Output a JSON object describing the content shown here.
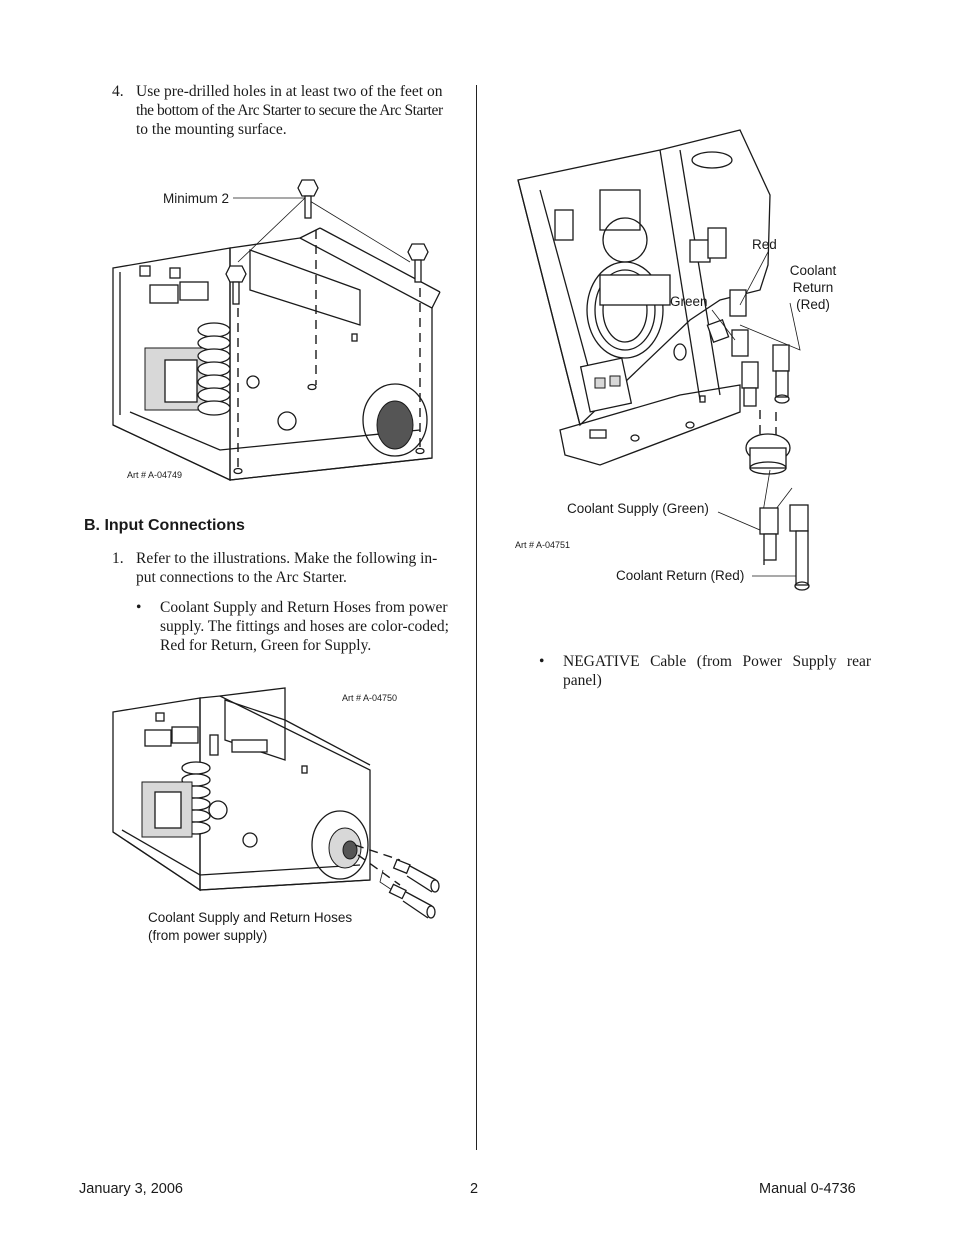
{
  "step4": {
    "number": "4.",
    "line1": "Use pre-drilled holes in at least two of the feet on",
    "line2": "the bottom of the Arc Starter to secure the Arc Starter",
    "line3": "to the mounting surface."
  },
  "figure1": {
    "callout": "Minimum 2",
    "art": "Art # A-04749"
  },
  "section_b": {
    "heading": "B.  Input Connections"
  },
  "step1": {
    "number": "1.",
    "line1": "Refer to the illustrations.  Make the following in-",
    "line2": "put connections to the Arc Starter."
  },
  "bullet1": {
    "symbol": "•",
    "line1": "Coolant Supply and Return Hoses from power",
    "line2": "supply.    The fittings and hoses are color-coded;",
    "line3": "Red for Return, Green for Supply."
  },
  "figure2": {
    "art": "Art # A-04750",
    "caption_line1": "Coolant Supply and Return Hoses",
    "caption_line2": "(from power supply)"
  },
  "figure3": {
    "label_red": "Red",
    "label_coolant_return_1": "Coolant",
    "label_coolant_return_2": "Return",
    "label_coolant_return_3": "(Red)",
    "label_green": "Green",
    "label_supply_green": "Coolant Supply (Green)",
    "label_return_red": "Coolant Return (Red)",
    "art": "Art # A-04751"
  },
  "bullet2": {
    "symbol": "•",
    "line1": "NEGATIVE Cable (from Power Supply rear",
    "line2": "panel)"
  },
  "footer": {
    "date": "January 3, 2006",
    "page": "2",
    "manual": "Manual 0-4736"
  }
}
